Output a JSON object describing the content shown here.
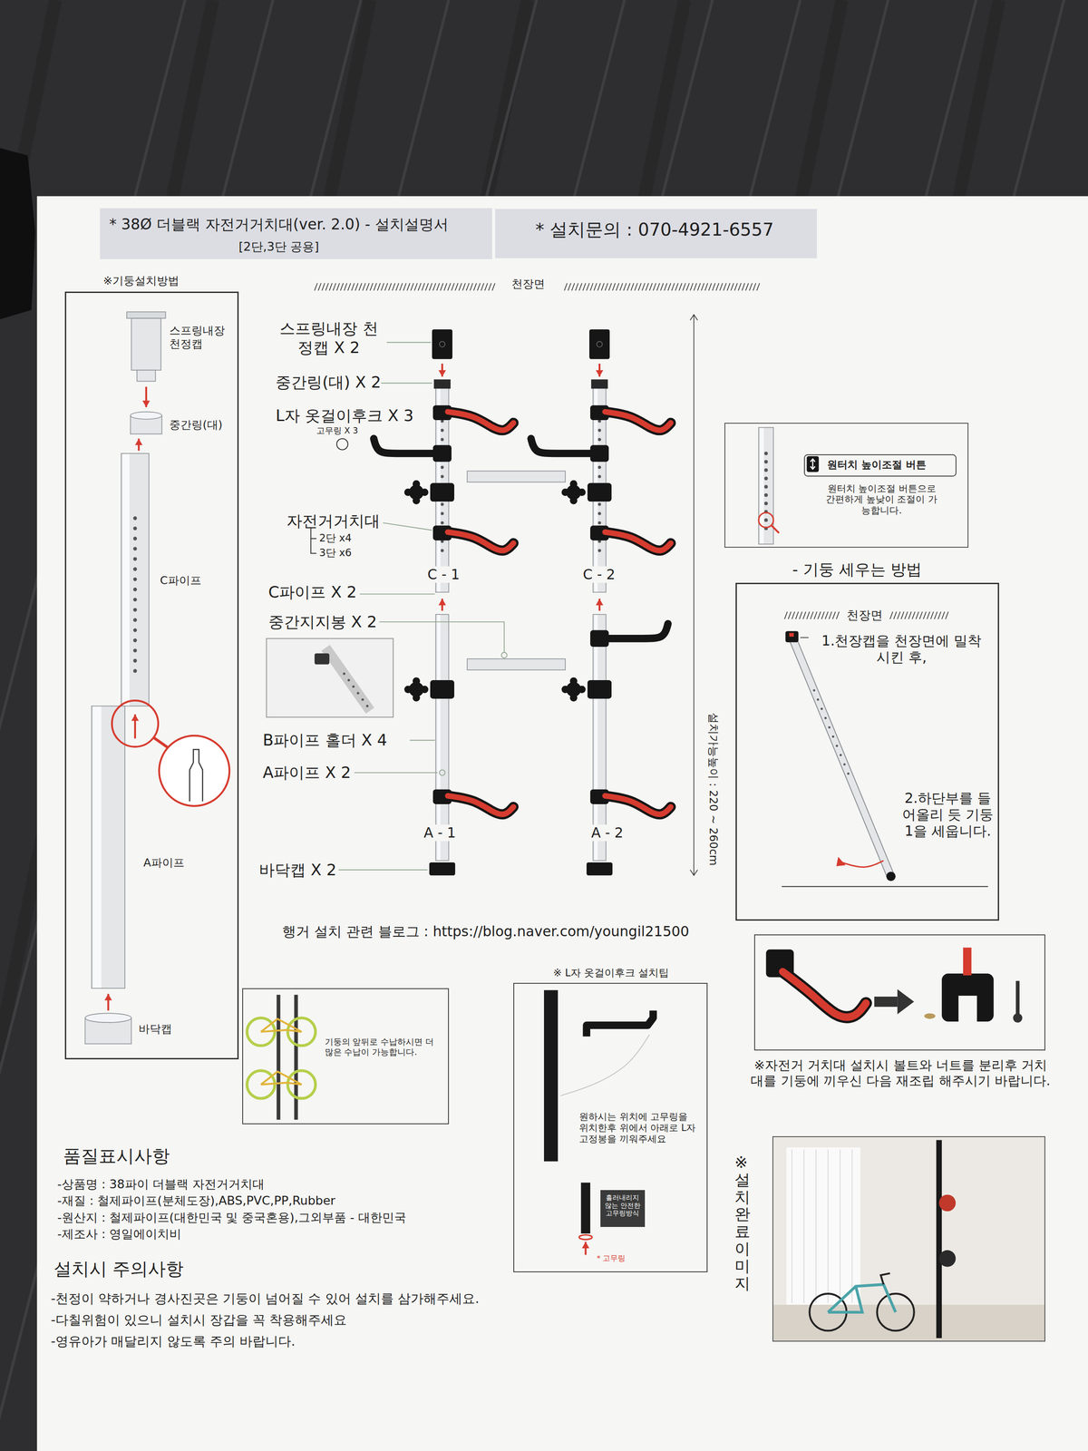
{
  "diagram": {
    "title": "* 38Ø 더블랙 자전거거치대(ver. 2.0) - 설치설명서",
    "nodes": [
      {
        "text": [
          "* 설치문의 : 070-4921-6557"
        ]
      },
      {
        "text": [
          "※기둥설치방법"
        ]
      },
      {
        "text": [
          "원터치 높이조절 버튼으로 간편하게 높낮이 조절이 가능합니다."
        ]
      },
      {
        "text": [
          "원터치 높이조절 버튼"
        ],
        "in": 2
      },
      {
        "text": [
          "- 기둥 세우는 방법",
          "1.천장캡을 천장면에 밀착 시킨 후,",
          "2.하단부를 들어올리 듯 기둥1을 세웁니다."
        ]
      },
      {
        "text": [
          "기둥의 앞뒤로 수납하시면 더 많은 수납이 가능합니다."
        ]
      },
      {
        "text": [
          "※ L자 옷걸이후크 설치팁",
          "원하시는 위치에 고무링을 위치한후 위에서 아래로 L자 고정봉을 끼워주세요"
        ]
      },
      {
        "text": [
          "흘러내리지 않는 안전한 고무링방식"
        ],
        "in": 6
      },
      {
        "text": [
          "※자전거 거치대 설치시 볼트와 너트를 분리후 거치대를 기둥에 끼우신 다음 재조립 해주시기 바랍니다."
        ]
      },
      {
        "text": [
          "※설치 완료 이미지"
        ]
      }
    ],
    "labels": [
      "[2단,3단 공용]",
      "스프링내장 천정캡",
      "중간링(대)",
      "C파이프",
      "A파이프",
      "바닥캡",
      "천장면",
      "스프링내장 천정캡 X 2",
      "중간링(대) X 2",
      "L자 옷걸이후크 X 3",
      "고무링 X 3",
      "자전거거치대",
      "2단 x4",
      "3단 x6",
      "C - 1",
      "C - 2",
      "C파이프 X 2",
      "중간지지봉 X 2",
      "B파이프 홀더 X 4",
      "A파이프 X 2",
      "A - 1",
      "A - 2",
      "바닥캡 X 2",
      "설치가능높이 : 220 ~ 260cm",
      "행거 설치 관련 블로그 : https://blog.naver.com/youngil21500",
      "천장면",
      "* 고무링",
      "품질표시사항",
      "-상품명 : 38파이 더블랙 자전거거치대",
      "-재질 : 철제파이프(분체도장),ABS,PVC,PP,Rubber",
      "-원산지 : 철제파이프(대한민국 및 중국혼용),그외부품 - 대한민국",
      "-제조사 : 영일에이치비",
      "설치시 주의사항",
      "-천정이 약하거나 경사진곳은 기둥이 넘어질 수 있어 설치를 삼가해주세요.",
      "-다칠위험이 있으니 설치시 장갑을 꼭 착용해주세요",
      "-영유아가 매달리지 않도록 주의 바랍니다."
    ]
  }
}
